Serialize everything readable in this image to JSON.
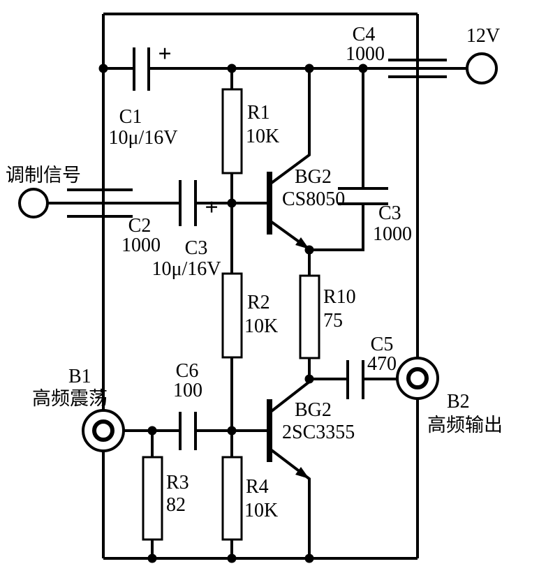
{
  "page": {
    "background_color": "#ffffff",
    "line_color": "#000000",
    "diagram_type": "circuit-schematic"
  },
  "terminals": {
    "supply": {
      "label": "12V"
    },
    "input": {
      "label": "调制信号"
    },
    "b1": {
      "ref": "B1",
      "label": "高频震荡"
    },
    "b2": {
      "ref": "B2",
      "label": "高频输出"
    }
  },
  "components": {
    "c1": {
      "ref": "C1",
      "value": "10μ/16V",
      "polarity": "+"
    },
    "c2": {
      "ref": "C2",
      "value": "1000"
    },
    "c3_input": {
      "ref": "C3",
      "value": "10μ/16V",
      "polarity": "+"
    },
    "c3_bypass": {
      "ref": "C3",
      "value": "1000"
    },
    "c4": {
      "ref": "C4",
      "value": "1000"
    },
    "c5": {
      "ref": "C5",
      "value": "470"
    },
    "c6": {
      "ref": "C6",
      "value": "100"
    },
    "r1": {
      "ref": "R1",
      "value": "10K"
    },
    "r2": {
      "ref": "R2",
      "value": "10K"
    },
    "r3": {
      "ref": "R3",
      "value": "82"
    },
    "r4": {
      "ref": "R4",
      "value": "10K"
    },
    "r10": {
      "ref": "R10",
      "value": "75"
    },
    "q1": {
      "ref": "BG2",
      "value": "CS8050"
    },
    "q2": {
      "ref": "BG2",
      "value": "2SC3355"
    }
  }
}
